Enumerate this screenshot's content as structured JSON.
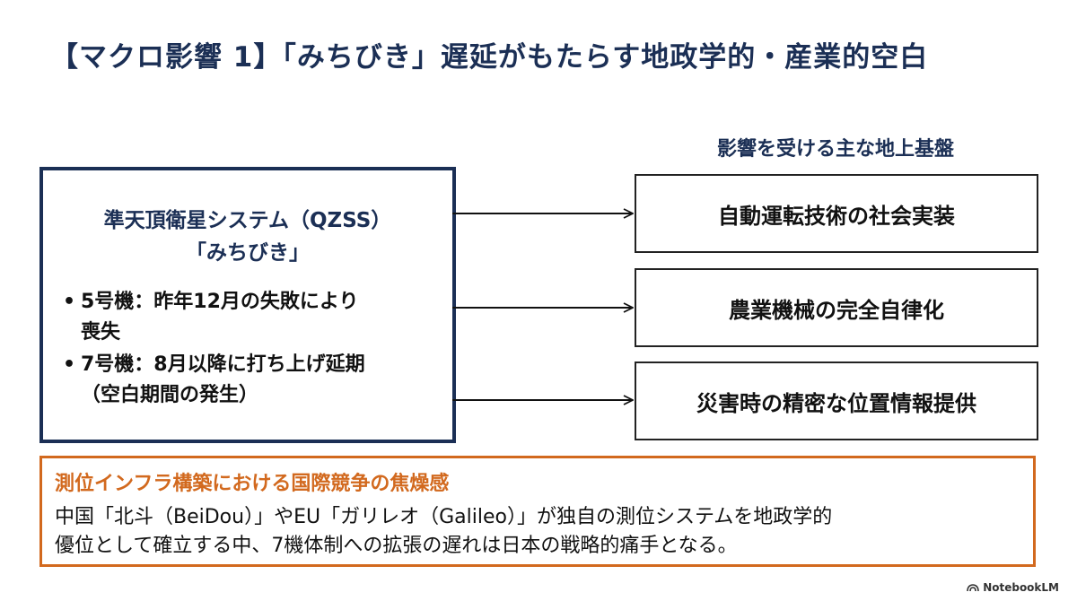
{
  "title": "【マクロ影響 1】「みちびき」遅延がもたらす地政学的・産業的空白",
  "targets_heading": "影響を受ける主な地上基盤",
  "source": {
    "title_line1": "準天頂衛星システム（QZSS）",
    "title_line2": "「みちびき」",
    "bullet_symbol": "•",
    "bullets": [
      {
        "line1": "5号機：昨年12月の失敗により",
        "line2": "喪失"
      },
      {
        "line1": "7号機：8月以降に打ち上げ延期",
        "line2": "（空白期間の発生）"
      }
    ]
  },
  "targets": [
    "自動運転技術の社会実装",
    "農業機械の完全自律化",
    "災害時の精密な位置情報提供"
  ],
  "callout": {
    "title": "測位インフラ構築における国際競争の焦燥感",
    "body_line1": "中国「北斗（BeiDou）」やEU「ガリレオ（Galileo）」が独自の測位システムを地政学的",
    "body_line2": "優位として確立する中、7機体制への拡張の遅れは日本の戦略的痛手となる。"
  },
  "watermark": "NotebookLM",
  "colors": {
    "navy": "#1b2f55",
    "orange": "#d2691e",
    "text": "#111111"
  },
  "icons": {
    "watermark_logo": "notebooklm-logo-icon"
  }
}
